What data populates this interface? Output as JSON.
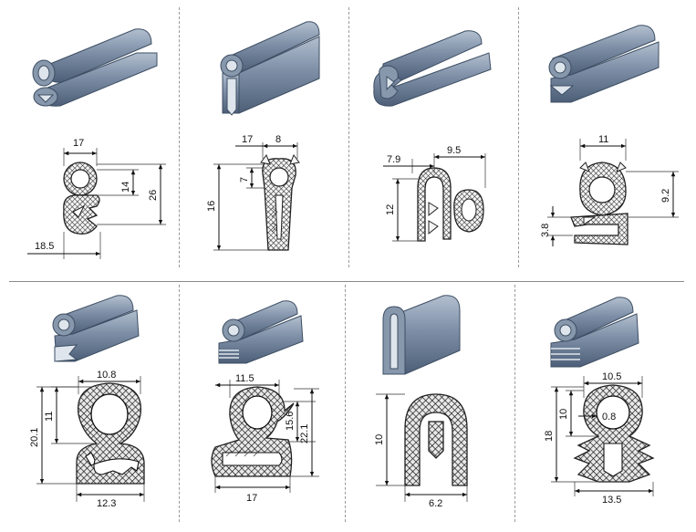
{
  "figure_type": "technical-drawing-grid",
  "colors": {
    "render_light": "#9aa9bd",
    "render_mid": "#6f819a",
    "render_dark": "#475a73",
    "hatch": "#1a1a1a",
    "dimension": "#111111"
  },
  "profiles": [
    {
      "dimensions": [
        "17",
        "14",
        "26",
        "18.5"
      ]
    },
    {
      "dimensions": [
        "17",
        "8",
        "7",
        "16"
      ]
    },
    {
      "dimensions": [
        "7.9",
        "9.5",
        "12"
      ]
    },
    {
      "dimensions": [
        "11",
        "9.2",
        "3.8"
      ]
    },
    {
      "dimensions": [
        "10.8",
        "20.1",
        "11",
        "12.3"
      ]
    },
    {
      "dimensions": [
        "11.5",
        "15.6",
        "22.1",
        "17"
      ]
    },
    {
      "dimensions": [
        "10",
        "6.2"
      ]
    },
    {
      "dimensions": [
        "10.5",
        "18",
        "10",
        "0.8",
        "13.5"
      ]
    }
  ]
}
